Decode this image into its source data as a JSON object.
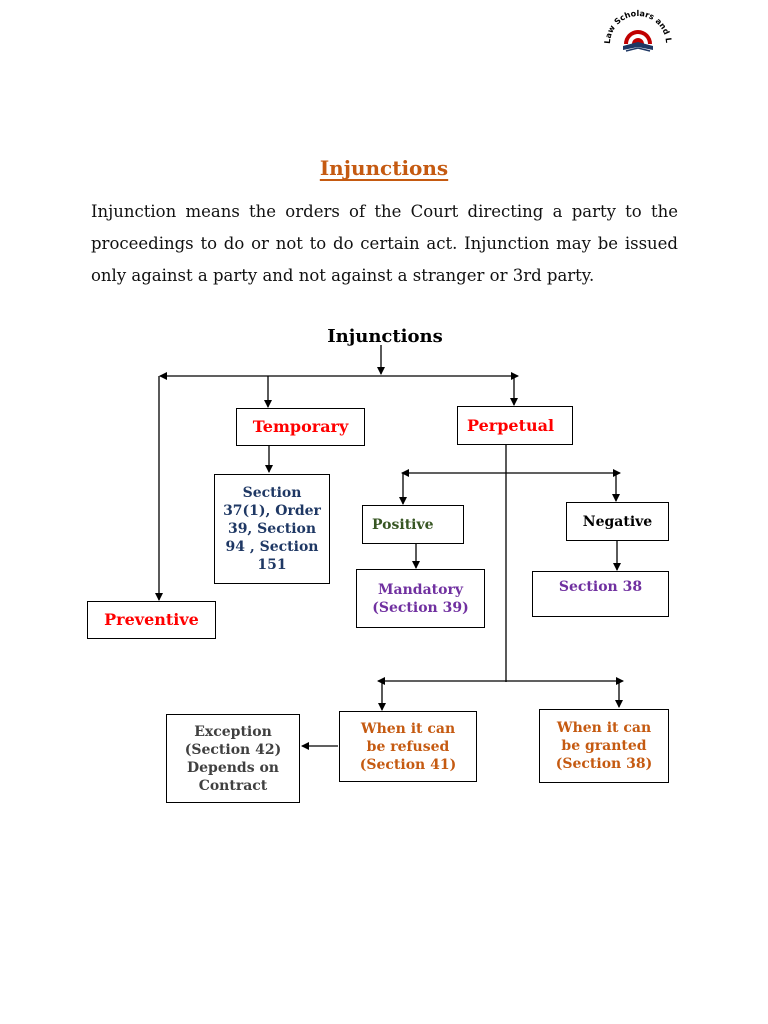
{
  "logo": {
    "ring_text": "Law Scholars and Legal Issues",
    "icon": "book-emblem-icon"
  },
  "page": {
    "title": " Injunctions",
    "intro": "Injunction means the orders of the Court directing a party to the proceedings to do or not to do certain act. Injunction may be issued only against a party and not against a stranger or 3rd party."
  },
  "diagram": {
    "title": "Injunctions",
    "nodes": {
      "temporary": "Temporary",
      "perpetual": "Perpetual",
      "sections_temporary": "Section 37(1), Order 39, Section 94 , Section 151",
      "positive": "Positive",
      "negative": "Negative",
      "mandatory": "Mandatory (Section 39)",
      "section_38": "Section 38",
      "preventive": "Preventive",
      "exception": "Exception (Section 42) Depends on Contract",
      "refused": "When it can be refused (Section 41)",
      "granted": "When it can be granted (Section 38)"
    },
    "colors": {
      "title": "#c55a11",
      "red": "#ff0000",
      "navy": "#1f3864",
      "green": "#375623",
      "purple": "#7030a0",
      "orange": "#c55a11"
    }
  }
}
